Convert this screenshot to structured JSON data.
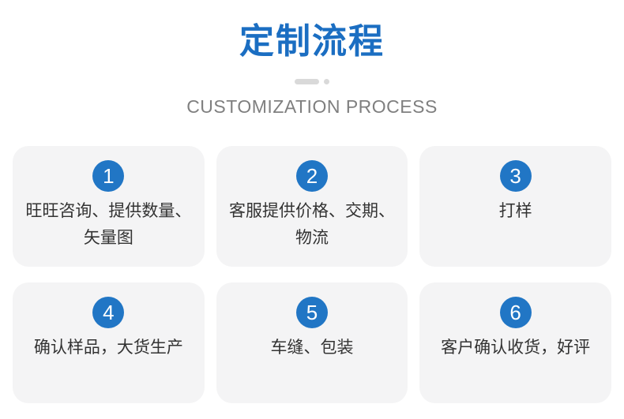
{
  "header": {
    "title": "定制流程",
    "subtitle": "CUSTOMIZATION PROCESS"
  },
  "steps": [
    {
      "number": "1",
      "label": "旺旺咨询、提供数量、\n矢量图"
    },
    {
      "number": "2",
      "label": "客服提供价格、交期、\n物流"
    },
    {
      "number": "3",
      "label": "打样"
    },
    {
      "number": "4",
      "label": "确认样品，大货生产"
    },
    {
      "number": "5",
      "label": "车缝、包装"
    },
    {
      "number": "6",
      "label": "客户确认收货，好评"
    }
  ],
  "colors": {
    "page_bg": "#ffffff",
    "title": "#1b6ec2",
    "subtitle": "#7f7f7f",
    "divider": "#d9d9d9",
    "card_bg": "#f4f4f5",
    "circle": "#2176c5",
    "text": "#333333"
  }
}
